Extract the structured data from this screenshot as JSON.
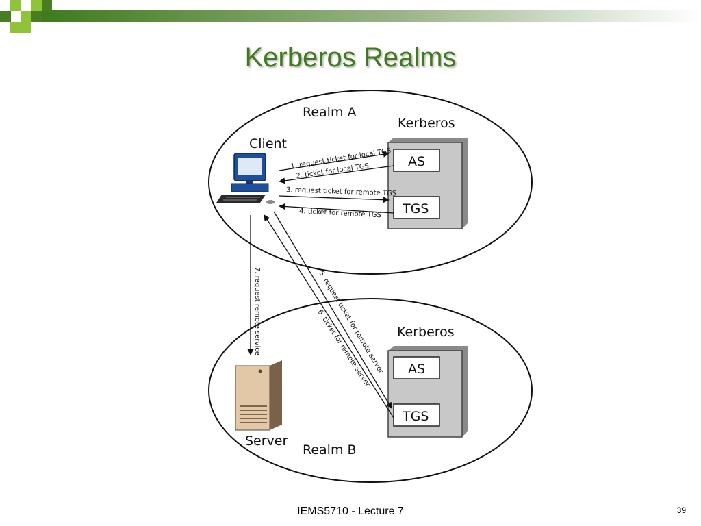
{
  "slide": {
    "title": "Kerberos Realms",
    "footer": "IEMS5710 - Lecture 7",
    "page_number": "39"
  },
  "colors": {
    "title": "#3f7a1c",
    "accent_dark": "#4a7d22",
    "accent_light": "#8fc43a",
    "server_box": "#c8c8c8"
  },
  "diagram": {
    "realm_a": {
      "label": "Realm A",
      "client_label": "Client",
      "kerberos_label": "Kerberos",
      "as_label": "AS",
      "tgs_label": "TGS"
    },
    "realm_b": {
      "label": "Realm B",
      "server_label": "Server",
      "kerberos_label": "Kerberos",
      "as_label": "AS",
      "tgs_label": "TGS"
    },
    "messages": {
      "m1": "1. request ticket for local TGS",
      "m2": "2. ticket for local TGS",
      "m3": "3. request ticket for remote TGS",
      "m4": "4. ticket for remote TGS",
      "m5": "5. request ticket for remote server",
      "m6": "6. ticket for remote server",
      "m7": "7. request remote service"
    }
  }
}
